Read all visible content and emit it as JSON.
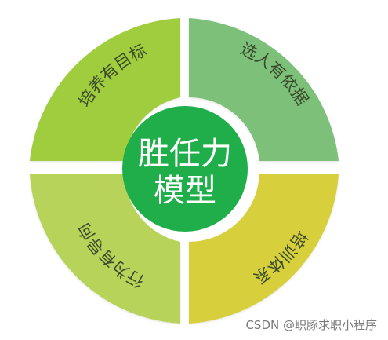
{
  "center": {
    "line1": "胜任力",
    "line2": "模型",
    "color": "#1fae4a"
  },
  "quadrants": [
    {
      "id": "top-left",
      "label": "培养有目标",
      "color": "#9fcd3c"
    },
    {
      "id": "top-right",
      "label": "选人有依据",
      "color": "#7cc07a"
    },
    {
      "id": "bottom-right",
      "label": "培训体系",
      "color": "#d7cf3a"
    },
    {
      "id": "bottom-left",
      "label": "行为有导向",
      "color": "#b7d35a"
    }
  ],
  "watermark": "CSDN @职豚求职小程序"
}
